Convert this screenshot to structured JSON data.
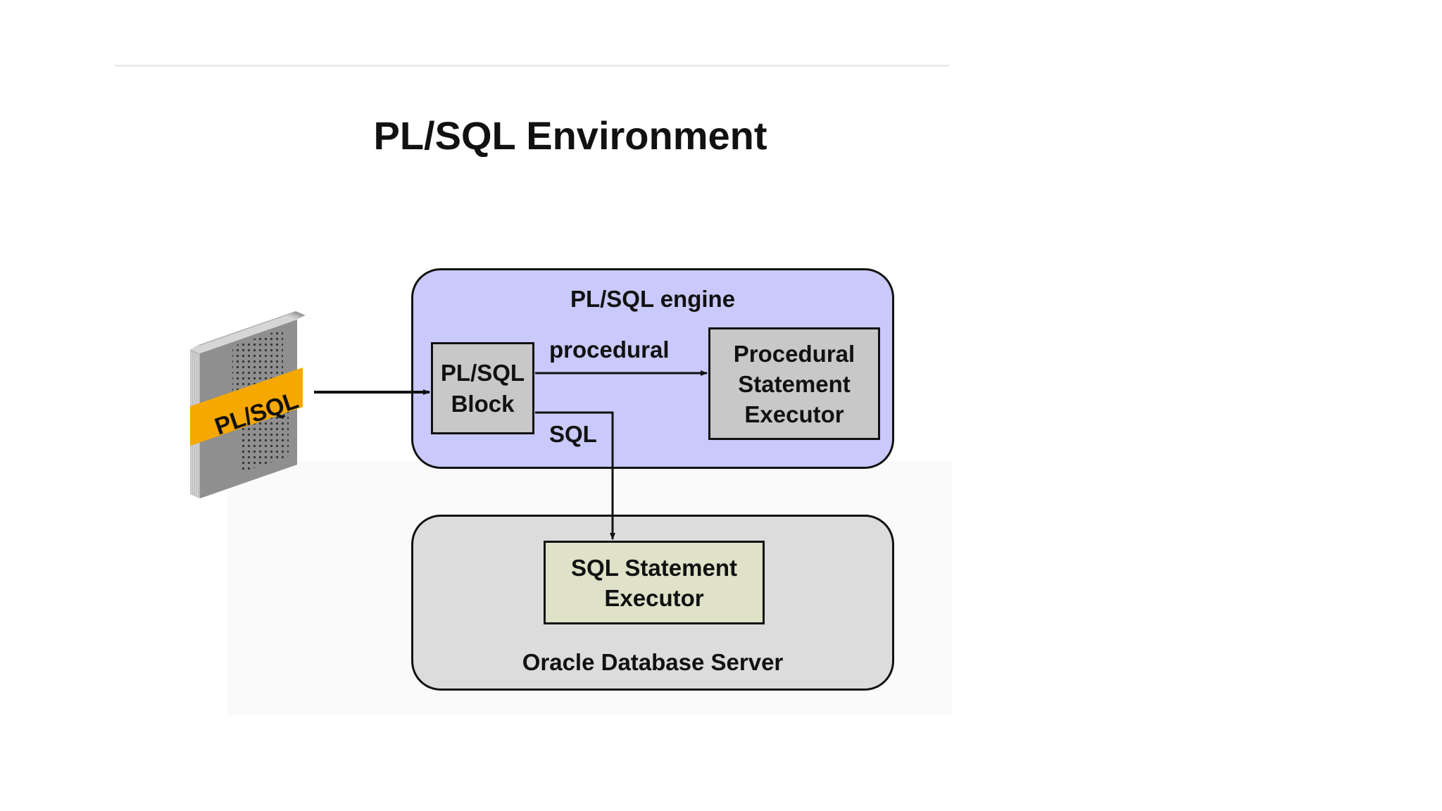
{
  "slide": {
    "title": "PL/SQL Environment"
  },
  "diagram": {
    "document_icon": {
      "label": "PL/SQL",
      "icon": "plsql-document-stack-icon",
      "band_color": "#f5a800"
    },
    "engine": {
      "label": "PL/SQL engine",
      "fill": "#c9c9fb"
    },
    "block": {
      "line1": "PL/SQL",
      "line2": "Block"
    },
    "procedural_executor": {
      "line1": "Procedural",
      "line2": "Statement",
      "line3": "Executor"
    },
    "edges": {
      "procedural_label": "procedural",
      "sql_label": "SQL"
    },
    "server": {
      "label": "Oracle Database Server",
      "fill": "#dcdcdc"
    },
    "sql_executor": {
      "line1": "SQL Statement",
      "line2": "Executor",
      "fill": "#dfe1c8"
    }
  }
}
